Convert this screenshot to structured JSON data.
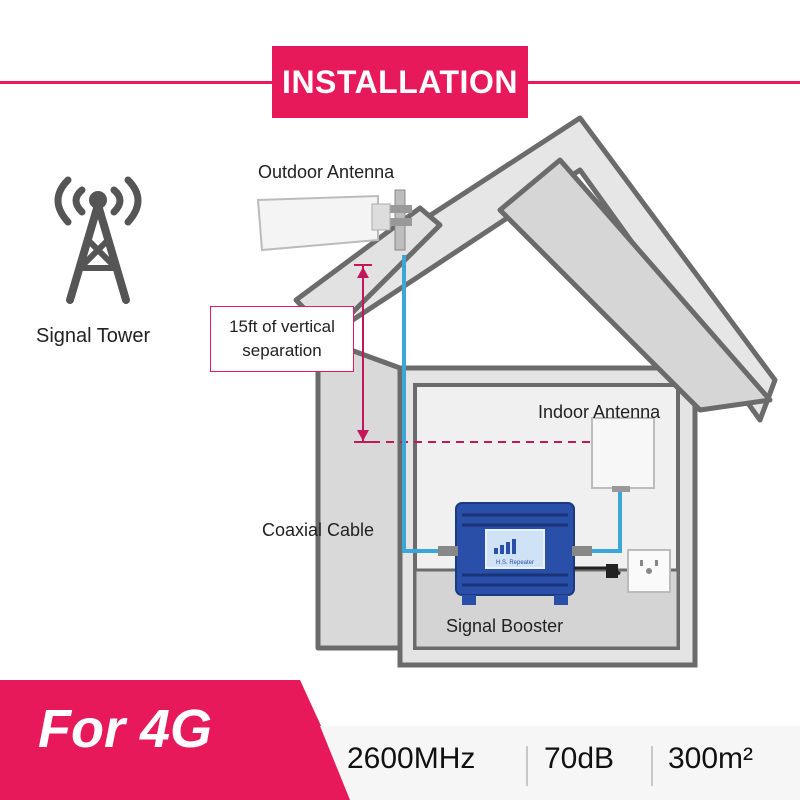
{
  "header": {
    "title": "INSTALLATION"
  },
  "labels": {
    "outdoor_antenna": "Outdoor Antenna",
    "signal_tower": "Signal Tower",
    "separation_line1": "15ft of vertical",
    "separation_line2": "separation",
    "indoor_antenna": "Indoor Antenna",
    "coaxial_cable": "Coaxial Cable",
    "signal_booster": "Signal Booster",
    "booster_screen": "H.S. Repeater"
  },
  "footer": {
    "badge": "For 4G",
    "frequency": "2600MHz",
    "gain": "70dB",
    "coverage": "300m²"
  },
  "colors": {
    "accent": "#e8195a",
    "cable": "#3aa7d8",
    "house_stroke": "#6b6b6b",
    "house_fill": "#dcdcdc",
    "booster": "#2a4fa8"
  }
}
